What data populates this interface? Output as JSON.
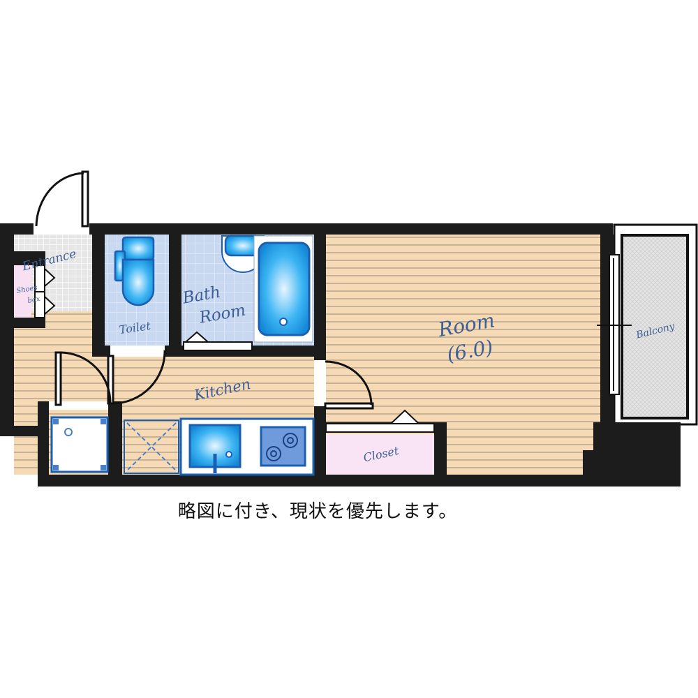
{
  "rooms": {
    "entrance": "Entrance",
    "shoes_box": [
      "Shoes",
      "box"
    ],
    "toilet": "Toilet",
    "bath_room": [
      "Bath",
      "Room"
    ],
    "kitchen": "Kitchen",
    "room": [
      "Room",
      "(6.0)"
    ],
    "closet": "Closet",
    "balcony": "Balcony"
  },
  "caption": "略図に付き、現状を優先します。",
  "colors": {
    "wall": "#1a1a1a",
    "floor_wood": "#f5d9b4",
    "tile_blue": "#c9d9f2",
    "fixture_blue": "#1fa2ea",
    "closet_pink": "#f8e4f4",
    "label": "#3d5f95"
  }
}
